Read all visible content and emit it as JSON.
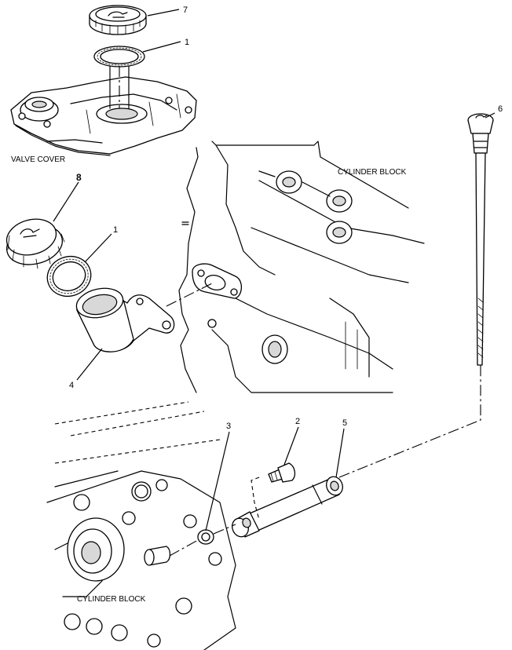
{
  "labels": {
    "valve_cover": "VALVE COVER",
    "cylinder_block_upper": "CYLINDER BLOCK",
    "cylinder_block_lower": "CYLINDER BLOCK"
  },
  "callouts": {
    "c7": "7",
    "c1_top": "1",
    "c8": "8",
    "c1_mid": "1",
    "c4": "4",
    "c6": "6",
    "c3": "3",
    "c2": "2",
    "c5": "5"
  }
}
